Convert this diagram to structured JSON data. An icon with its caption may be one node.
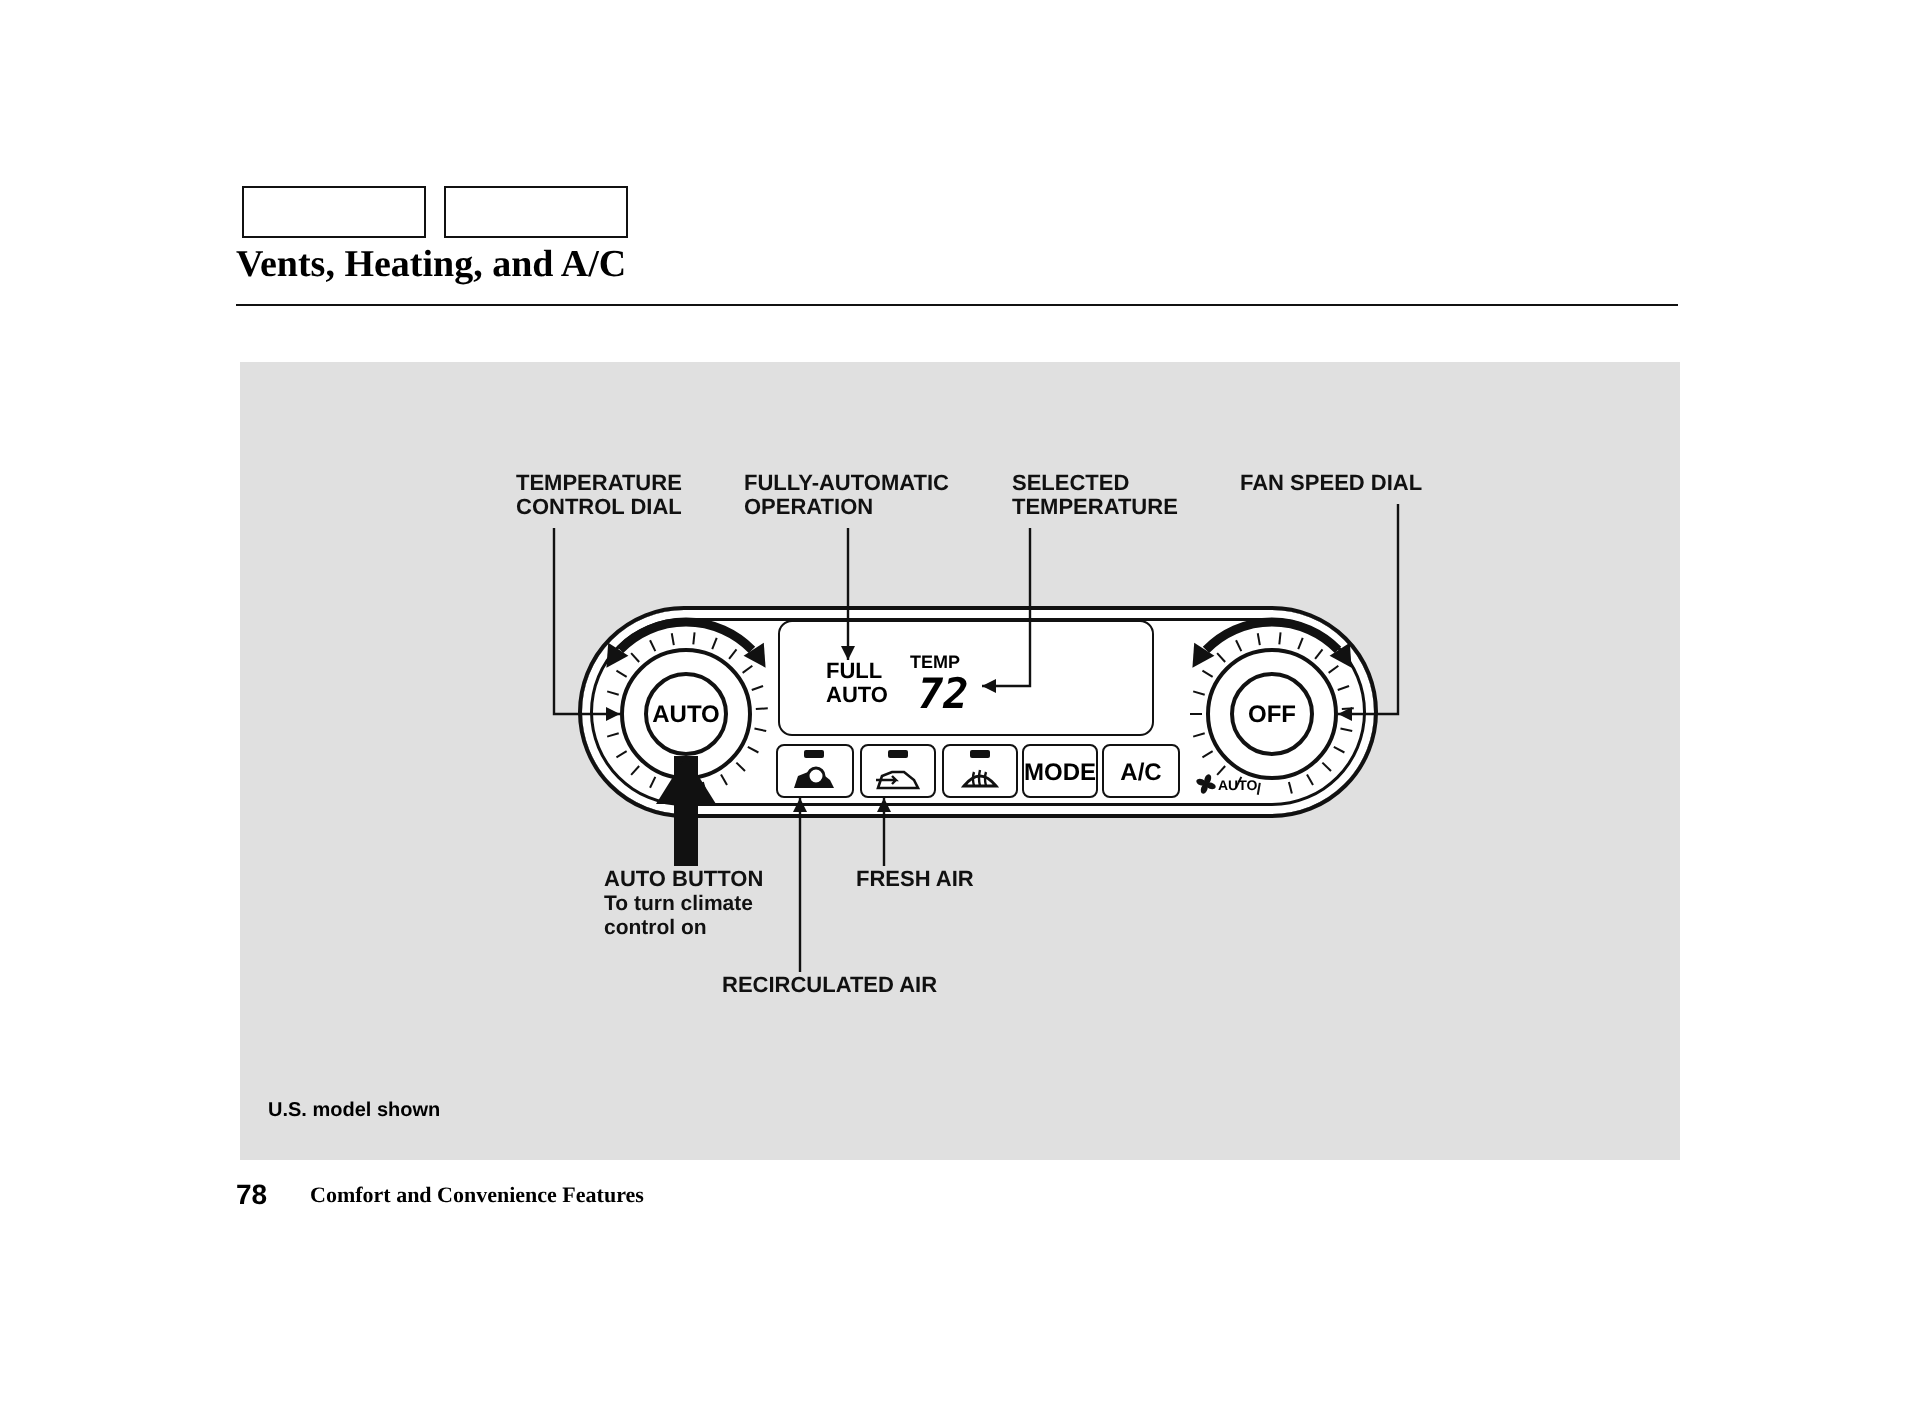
{
  "diagram": {
    "title": "Vents, Heating, and A/C",
    "nodes": [
      {
        "text": [
          "TEMPERATURE CONTROL DIAL"
        ]
      },
      {
        "text": [
          "FULLY-AUTOMATIC OPERATION"
        ]
      },
      {
        "text": [
          "SELECTED TEMPERATURE"
        ]
      },
      {
        "text": [
          "FAN SPEED DIAL"
        ]
      },
      {
        "text": [],
        "shape": "box"
      },
      {
        "text": [],
        "shape": "circle",
        "in": 4
      },
      {
        "text": [
          "AUTO"
        ],
        "in": 5
      },
      {
        "text": [],
        "shape": "box",
        "in": 4
      },
      {
        "text": [
          "FULL AUTO"
        ],
        "in": 7
      },
      {
        "text": [
          "TEMP",
          "72"
        ],
        "in": 7
      },
      {
        "text": [],
        "shape": "circle",
        "in": 4
      },
      {
        "text": [
          "OFF"
        ],
        "in": 10
      },
      {
        "text": [],
        "shape": "box",
        "in": 4
      },
      {
        "text": [],
        "shape": "box",
        "in": 4
      },
      {
        "text": [],
        "shape": "box",
        "in": 4
      },
      {
        "text": [
          "MODE"
        ],
        "in": 4
      },
      {
        "text": [
          "A/C"
        ],
        "in": 4
      },
      {
        "text": [
          "AUTO BUTTON",
          "To turn climate control on"
        ]
      },
      {
        "text": [
          "FRESH AIR"
        ]
      },
      {
        "text": [
          "RECIRCULATED AIR"
        ]
      }
    ],
    "edges": [
      {
        "from": 0,
        "to": 5,
        "arrow": "to"
      },
      {
        "from": 1,
        "to": 8,
        "arrow": "to"
      },
      {
        "from": 2,
        "to": 9,
        "arrow": "to"
      },
      {
        "from": 3,
        "to": 10,
        "arrow": "to"
      },
      {
        "from": 17,
        "to": 6,
        "arrow": "to",
        "style": "thick"
      },
      {
        "from": 18,
        "to": 13,
        "arrow": "to"
      },
      {
        "from": 19,
        "to": 12,
        "arrow": "to"
      }
    ],
    "labels": [
      "AUTO",
      "U.S. model shown",
      "78",
      "Comfort and Convenience Features"
    ]
  }
}
